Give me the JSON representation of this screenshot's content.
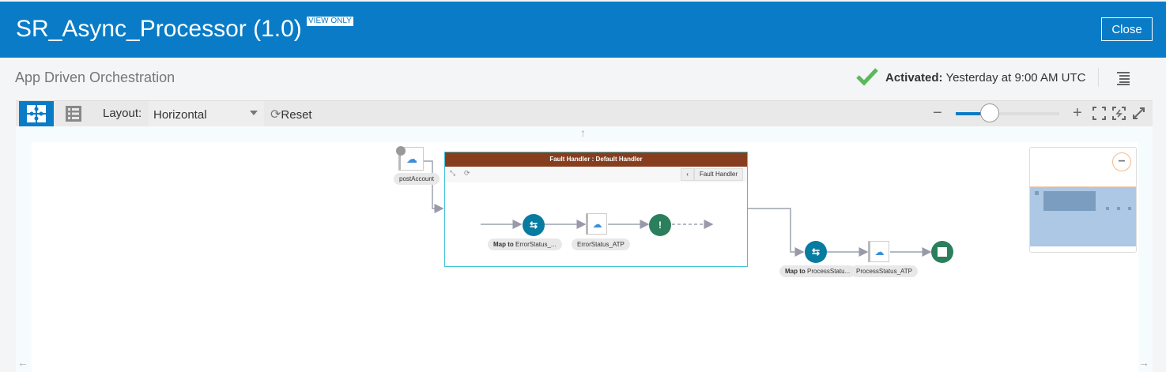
{
  "header": {
    "title": "SR_Async_Processor (1.0)",
    "badge": "VIEW ONLY",
    "close_label": "Close"
  },
  "subheader": {
    "title": "App Driven Orchestration",
    "status_label": "Activated:",
    "status_value": "Yesterday at 9:00 AM UTC"
  },
  "toolbar": {
    "layout_label": "Layout:",
    "layout_value": "Horizontal",
    "reset_label": "Reset",
    "zoom_level": 0.33
  },
  "diagram": {
    "trigger": {
      "label": "postAccount"
    },
    "fault_handler": {
      "title": "Fault Handler : Default Handler",
      "tab_label": "Fault Handler",
      "map_prefix": "Map to",
      "map_label": "ErrorStatus_...",
      "invoke_label": "ErrorStatus_ATP"
    },
    "main": {
      "map_prefix": "Map to",
      "map_label": "ProcessStatu...",
      "invoke_label": "ProcessStatus_ATP"
    }
  },
  "colors": {
    "brand": "#0a7cc7",
    "fault_header": "#873e1f",
    "action": "#087ba0",
    "end": "#2b7f5c"
  }
}
